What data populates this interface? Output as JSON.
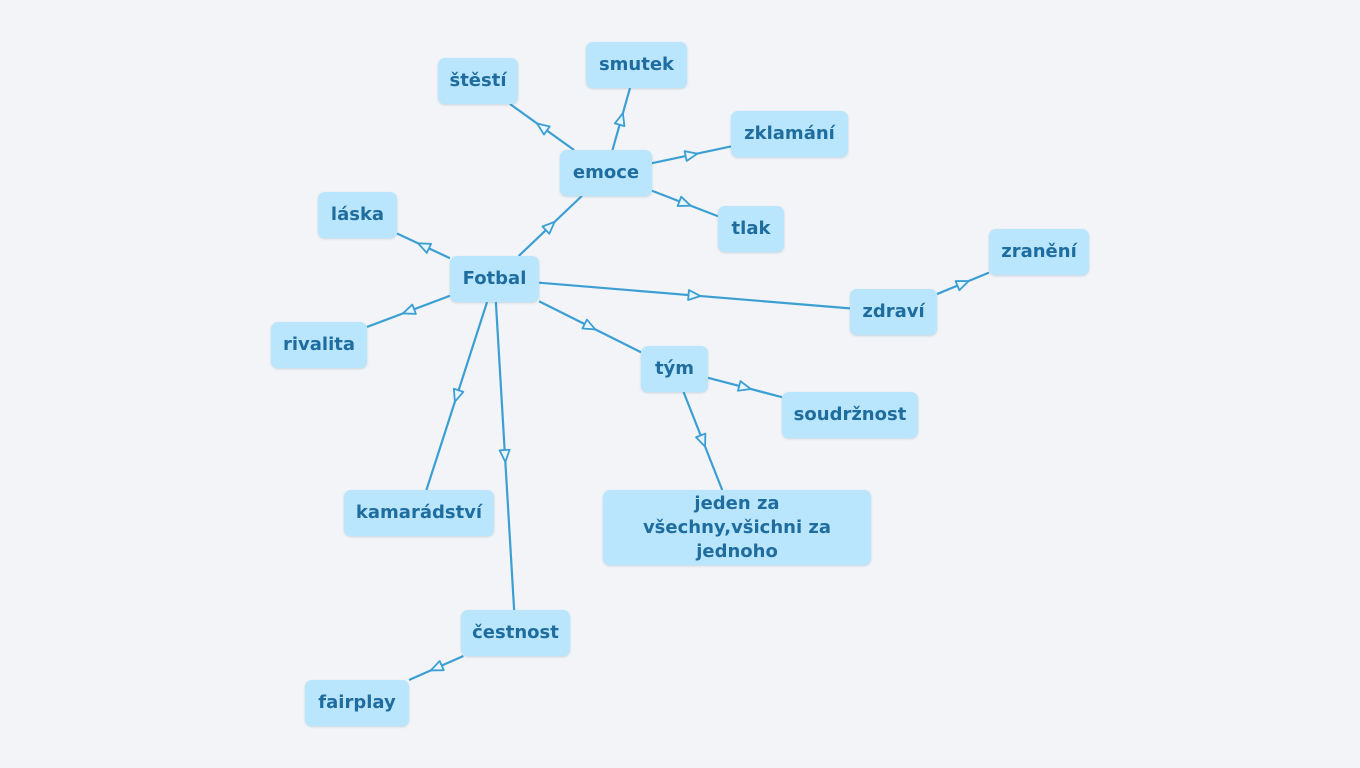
{
  "colors": {
    "background": "#f2f4f7",
    "node_fill": "#b9e6fd",
    "node_text": "#1f6d9e",
    "edge": "#3c9fd3"
  },
  "nodes": [
    {
      "id": "fotbal",
      "label": "Fotbal"
    },
    {
      "id": "emoce",
      "label": "emoce"
    },
    {
      "id": "stesti",
      "label": "štěstí"
    },
    {
      "id": "smutek",
      "label": "smutek"
    },
    {
      "id": "zklamani",
      "label": "zklamání"
    },
    {
      "id": "tlak",
      "label": "tlak"
    },
    {
      "id": "laska",
      "label": "láska"
    },
    {
      "id": "rivalita",
      "label": "rivalita"
    },
    {
      "id": "kamaradstvi",
      "label": "kamarádství"
    },
    {
      "id": "cestnost",
      "label": "čestnost"
    },
    {
      "id": "fairplay",
      "label": "fairplay"
    },
    {
      "id": "tym",
      "label": "tým"
    },
    {
      "id": "soudrznost",
      "label": "soudržnost"
    },
    {
      "id": "jeden",
      "label": "jeden za všechny,všichni za jednoho"
    },
    {
      "id": "zdravi",
      "label": "zdraví"
    },
    {
      "id": "zraneni",
      "label": "zranění"
    }
  ],
  "edges": [
    {
      "from": "fotbal",
      "to": "emoce"
    },
    {
      "from": "emoce",
      "to": "stesti"
    },
    {
      "from": "emoce",
      "to": "smutek"
    },
    {
      "from": "emoce",
      "to": "zklamani"
    },
    {
      "from": "emoce",
      "to": "tlak"
    },
    {
      "from": "fotbal",
      "to": "laska"
    },
    {
      "from": "fotbal",
      "to": "rivalita"
    },
    {
      "from": "fotbal",
      "to": "kamaradstvi"
    },
    {
      "from": "fotbal",
      "to": "cestnost"
    },
    {
      "from": "cestnost",
      "to": "fairplay"
    },
    {
      "from": "fotbal",
      "to": "tym"
    },
    {
      "from": "tym",
      "to": "soudrznost"
    },
    {
      "from": "tym",
      "to": "jeden"
    },
    {
      "from": "fotbal",
      "to": "zdravi"
    },
    {
      "from": "zdravi",
      "to": "zraneni"
    }
  ]
}
